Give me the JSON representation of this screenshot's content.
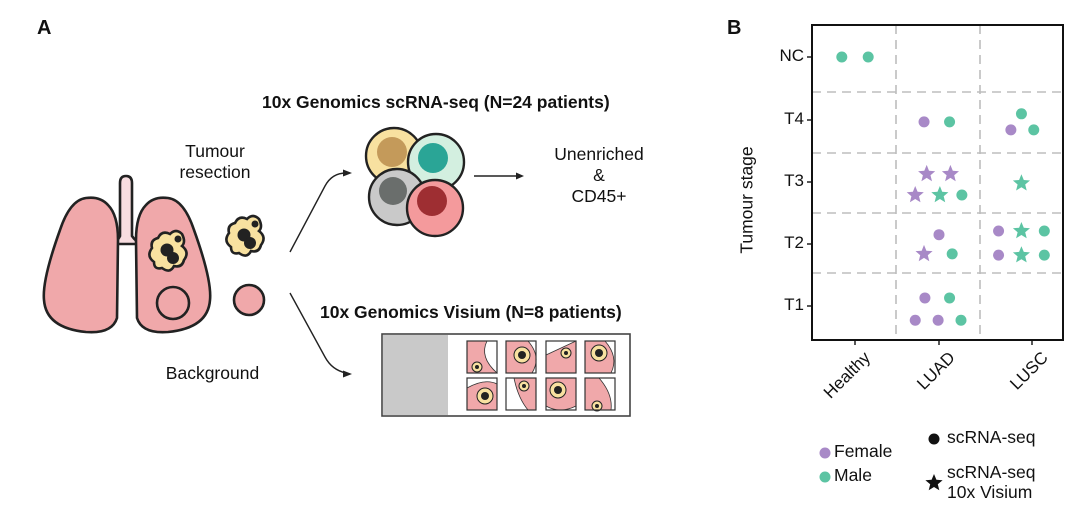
{
  "panel_a": {
    "label": "A",
    "tumour_resection_label": [
      "Tumour",
      "resection"
    ],
    "background_label": "Background",
    "scrnaseq_title": "10x Genomics scRNA-seq (N=24 patients)",
    "enrichment_label": [
      "Unenriched",
      "&",
      "CD45+"
    ],
    "visium_title": "10x Genomics Visium (N=8 patients)",
    "colors": {
      "lung": "#f0a8aa",
      "trachea": "#f8dde0",
      "tumour": "#f8e1a0",
      "cell_yellow": "#f8e1a0",
      "nucleus_yellow": "#c49a5a",
      "cell_green": "#d3efe0",
      "nucleus_green": "#2aa596",
      "cell_grey": "#c9c9c9",
      "nucleus_grey": "#6a6e6c",
      "cell_red": "#f49a9c",
      "nucleus_red": "#9e2e32",
      "slide_label": "#c9c9c9"
    }
  },
  "chart_data": {
    "type": "scatter",
    "panel_label": "B",
    "title": "",
    "xlabel": "",
    "ylabel": "Tumour stage",
    "categories": [
      "Healthy",
      "LUAD",
      "LUSC"
    ],
    "stages": [
      "T1",
      "T2",
      "T3",
      "T4",
      "NC"
    ],
    "grid": "dashed, between categories",
    "colors": {
      "Female": "#a889c7",
      "Male": "#5cc4a3"
    },
    "legend": {
      "sex": [
        {
          "label": "Female",
          "color": "#a889c7"
        },
        {
          "label": "Male",
          "color": "#5cc4a3"
        }
      ],
      "assay": [
        {
          "label": "scRNA-seq",
          "shape": "circle"
        },
        {
          "label": [
            "scRNA-seq",
            "10x Visium"
          ],
          "shape": "star"
        }
      ],
      "placement": "bottom"
    },
    "points": [
      {
        "category": "Healthy",
        "stage": "NC",
        "sex": "Male",
        "assay": "scRNA-seq",
        "dx": -0.15,
        "dy": 0
      },
      {
        "category": "Healthy",
        "stage": "NC",
        "sex": "Male",
        "assay": "scRNA-seq",
        "dx": 0.15,
        "dy": 0
      },
      {
        "category": "LUAD",
        "stage": "T4",
        "sex": "Female",
        "assay": "scRNA-seq",
        "dx": -0.17,
        "dy": -0.03
      },
      {
        "category": "LUAD",
        "stage": "T4",
        "sex": "Male",
        "assay": "scRNA-seq",
        "dx": 0.12,
        "dy": -0.03
      },
      {
        "category": "LUSC",
        "stage": "T4",
        "sex": "Male",
        "assay": "scRNA-seq",
        "dx": -0.12,
        "dy": 0.1
      },
      {
        "category": "LUSC",
        "stage": "T4",
        "sex": "Female",
        "assay": "scRNA-seq",
        "dx": -0.24,
        "dy": -0.16
      },
      {
        "category": "LUSC",
        "stage": "T4",
        "sex": "Male",
        "assay": "scRNA-seq",
        "dx": 0.02,
        "dy": -0.16
      },
      {
        "category": "LUAD",
        "stage": "T3",
        "sex": "Female",
        "assay": "scRNA-seq + Visium",
        "dx": -0.14,
        "dy": 0.13
      },
      {
        "category": "LUAD",
        "stage": "T3",
        "sex": "Female",
        "assay": "scRNA-seq + Visium",
        "dx": 0.13,
        "dy": 0.13
      },
      {
        "category": "LUAD",
        "stage": "T3",
        "sex": "Female",
        "assay": "scRNA-seq + Visium",
        "dx": -0.27,
        "dy": -0.21
      },
      {
        "category": "LUAD",
        "stage": "T3",
        "sex": "Male",
        "assay": "scRNA-seq + Visium",
        "dx": 0.01,
        "dy": -0.21
      },
      {
        "category": "LUAD",
        "stage": "T3",
        "sex": "Male",
        "assay": "scRNA-seq",
        "dx": 0.26,
        "dy": -0.21
      },
      {
        "category": "LUSC",
        "stage": "T3",
        "sex": "Male",
        "assay": "scRNA-seq + Visium",
        "dx": -0.12,
        "dy": -0.02
      },
      {
        "category": "LUAD",
        "stage": "T2",
        "sex": "Female",
        "assay": "scRNA-seq",
        "dx": 0.0,
        "dy": 0.15
      },
      {
        "category": "LUAD",
        "stage": "T2",
        "sex": "Female",
        "assay": "scRNA-seq + Visium",
        "dx": -0.17,
        "dy": -0.16
      },
      {
        "category": "LUAD",
        "stage": "T2",
        "sex": "Male",
        "assay": "scRNA-seq",
        "dx": 0.15,
        "dy": -0.16
      },
      {
        "category": "LUSC",
        "stage": "T2",
        "sex": "Female",
        "assay": "scRNA-seq",
        "dx": -0.38,
        "dy": 0.21
      },
      {
        "category": "LUSC",
        "stage": "T2",
        "sex": "Male",
        "assay": "scRNA-seq + Visium",
        "dx": -0.12,
        "dy": 0.21
      },
      {
        "category": "LUSC",
        "stage": "T2",
        "sex": "Male",
        "assay": "scRNA-seq",
        "dx": 0.14,
        "dy": 0.21
      },
      {
        "category": "LUSC",
        "stage": "T2",
        "sex": "Female",
        "assay": "scRNA-seq",
        "dx": -0.38,
        "dy": -0.18
      },
      {
        "category": "LUSC",
        "stage": "T2",
        "sex": "Male",
        "assay": "scRNA-seq + Visium",
        "dx": -0.12,
        "dy": -0.18
      },
      {
        "category": "LUSC",
        "stage": "T2",
        "sex": "Male",
        "assay": "scRNA-seq",
        "dx": 0.14,
        "dy": -0.18
      },
      {
        "category": "LUAD",
        "stage": "T1",
        "sex": "Female",
        "assay": "scRNA-seq",
        "dx": -0.16,
        "dy": 0.13
      },
      {
        "category": "LUAD",
        "stage": "T1",
        "sex": "Male",
        "assay": "scRNA-seq",
        "dx": 0.12,
        "dy": 0.13
      },
      {
        "category": "LUAD",
        "stage": "T1",
        "sex": "Female",
        "assay": "scRNA-seq",
        "dx": -0.27,
        "dy": -0.23
      },
      {
        "category": "LUAD",
        "stage": "T1",
        "sex": "Female",
        "assay": "scRNA-seq",
        "dx": -0.01,
        "dy": -0.23
      },
      {
        "category": "LUAD",
        "stage": "T1",
        "sex": "Male",
        "assay": "scRNA-seq",
        "dx": 0.25,
        "dy": -0.23
      }
    ]
  }
}
